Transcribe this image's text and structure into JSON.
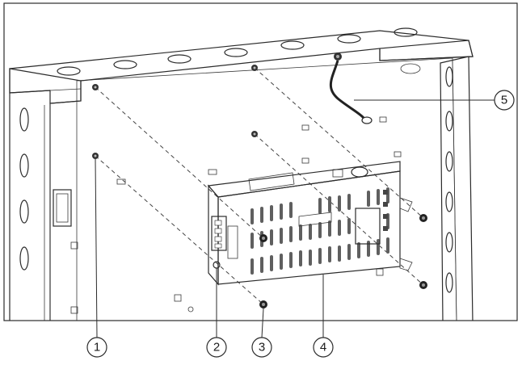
{
  "callouts": [
    {
      "id": "1",
      "label": "1"
    },
    {
      "id": "2",
      "label": "2"
    },
    {
      "id": "3",
      "label": "3"
    },
    {
      "id": "4",
      "label": "4"
    },
    {
      "id": "5",
      "label": "5"
    }
  ],
  "colors": {
    "line": "#2b2b2b",
    "enclosure_fill": "#f4f4f4",
    "module_fill": "#c9c9c9",
    "module_dark": "#8e8e8e",
    "background": "#ffffff"
  }
}
